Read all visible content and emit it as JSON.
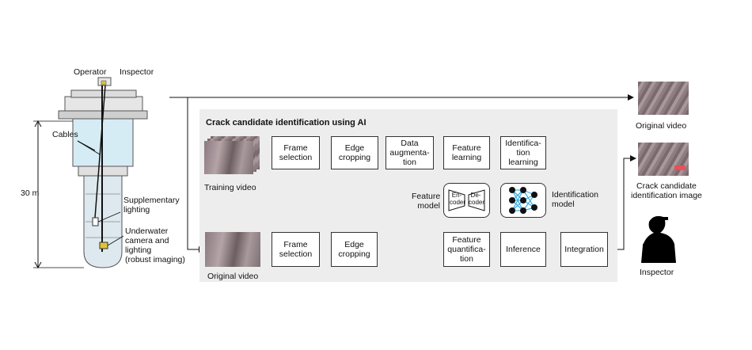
{
  "panel_title": "Crack candidate identification using AI",
  "reactor": {
    "operator_label": "Operator",
    "inspector_label": "Inspector",
    "cables_label": "Cables",
    "depth_label": "30 m",
    "supplementary_lighting_label": "Supplementary\nlighting",
    "camera_label": "Underwater\ncamera and\nlighting\n(robust imaging)"
  },
  "top_row": {
    "training_video_label": "Training video",
    "frame_selection": "Frame\nselection",
    "edge_cropping": "Edge\ncropping",
    "data_augmentation": "Data\naugmenta-\ntion",
    "feature_learning": "Feature\nlearning",
    "identification_learning": "Identifica-\ntion\nlearning"
  },
  "models": {
    "feature_model_label": "Feature\nmodel",
    "encoder_label": "En-\ncoder",
    "decoder_label": "De-\ncoder",
    "identification_model_label": "Identification\nmodel"
  },
  "bottom_row": {
    "original_video_label": "Original video",
    "frame_selection": "Frame\nselection",
    "edge_cropping": "Edge\ncropping",
    "feature_quantification": "Feature\nquantifica-\ntion",
    "inference": "Inference",
    "integration": "Integration"
  },
  "outputs": {
    "original_video_label": "Original video",
    "crack_image_label": "Crack candidate\nidentification image",
    "inspector_label": "Inspector"
  },
  "colors": {
    "panel": "#ededed",
    "water": "#d6ecf4",
    "crack_marker": "#e8505a"
  }
}
